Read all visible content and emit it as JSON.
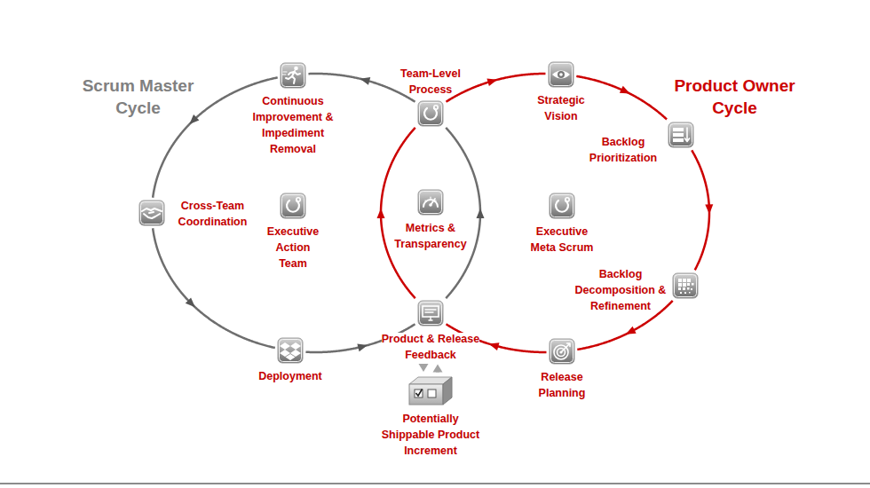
{
  "diagram": {
    "nodes": [
      {
        "text": [
          "Continuous Improvement & Impediment Removal"
        ]
      },
      {
        "text": [
          "Team-Level Process"
        ]
      },
      {
        "text": [
          "Strategic Vision"
        ]
      },
      {
        "text": [
          "Backlog Prioritization"
        ]
      },
      {
        "text": [
          "Cross-Team Coordination"
        ]
      },
      {
        "text": [
          "Executive Action Team"
        ]
      },
      {
        "text": [
          "Metrics & Transparency"
        ]
      },
      {
        "text": [
          "Executive Meta Scrum"
        ]
      },
      {
        "text": [
          "Backlog Decomposition & Refinement"
        ]
      },
      {
        "text": [
          "Product & Release Feedback"
        ]
      },
      {
        "text": [
          "Deployment"
        ]
      },
      {
        "text": [
          "Release Planning"
        ]
      },
      {
        "text": [
          "Potentially Shippable Product Increment"
        ]
      }
    ],
    "edges": [
      {
        "from": 1,
        "to": 0,
        "arrow": "to"
      },
      {
        "from": 0,
        "to": 4,
        "arrow": "to"
      },
      {
        "from": 4,
        "to": 10,
        "arrow": "to"
      },
      {
        "from": 10,
        "to": 9,
        "arrow": "to"
      },
      {
        "from": 9,
        "to": 1,
        "arrow": "to"
      },
      {
        "from": 1,
        "to": 2,
        "arrow": "to"
      },
      {
        "from": 2,
        "to": 3,
        "arrow": "to"
      },
      {
        "from": 3,
        "to": 8,
        "arrow": "to"
      },
      {
        "from": 8,
        "to": 11,
        "arrow": "to"
      },
      {
        "from": 11,
        "to": 9,
        "arrow": "to"
      },
      {
        "from": 9,
        "to": 1,
        "arrow": "to"
      },
      {
        "from": 9,
        "to": 12,
        "arrow": "to"
      },
      {
        "from": 12,
        "to": 9,
        "arrow": "to"
      }
    ],
    "labels": [
      "Scrum Master Cycle",
      "Product Owner Cycle"
    ]
  }
}
